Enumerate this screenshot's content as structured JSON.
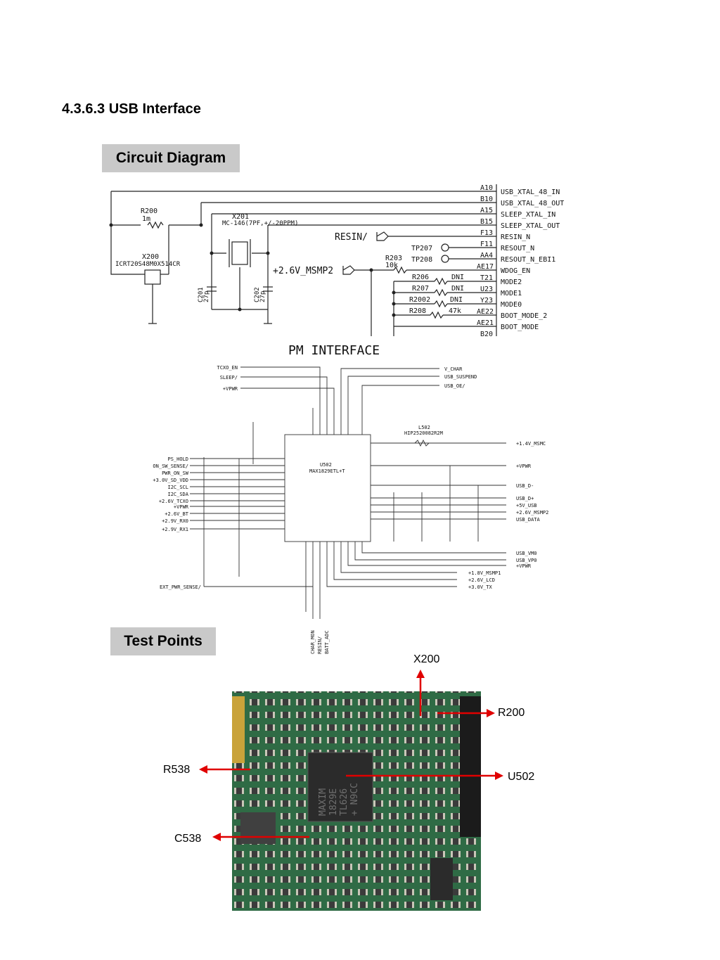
{
  "section_title": "4.3.6.3 USB Interface",
  "circuit_label": "Circuit Diagram",
  "test_points_label": "Test Points",
  "schematic_top": {
    "pins": [
      "A10",
      "B10",
      "A15",
      "B15",
      "F13",
      "F11",
      "AA4",
      "AE17",
      "T21",
      "U23",
      "Y23",
      "AE22",
      "AE21",
      "B20"
    ],
    "nets": [
      "USB_XTAL_48_IN",
      "USB_XTAL_48_OUT",
      "SLEEP_XTAL_IN",
      "SLEEP_XTAL_OUT",
      "RESIN_N",
      "RESOUT_N",
      "RESOUT_N_EBI1",
      "WDOG_EN",
      "MODE2",
      "MODE1",
      "MODE0",
      "BOOT_MODE_2",
      "BOOT_MODE"
    ],
    "r200": "R200",
    "r200_val": "1m",
    "x201": "X201",
    "x201_desc": "MC-146(7PF,+/-20PPM)",
    "x200": "X200",
    "x200_desc": "ICRT20S48M0X514CR",
    "resin": "RESIN/",
    "v_msmp2": "+2.6V_MSMP2",
    "r203": "R203",
    "r203_val": "10k",
    "tp207": "TP207",
    "tp208": "TP208",
    "r206": "R206",
    "r207": "R207",
    "r2002": "R2002",
    "r208": "R208",
    "dni": "DNI",
    "r208_val": "47k",
    "c201": "C201",
    "c202": "C202",
    "cap_val": "27p"
  },
  "schematic_pm": {
    "title": "PM INTERFACE",
    "chip": "U502",
    "chip_part": "MAX1829ETL+T",
    "left_signals": [
      "PS_HOLD",
      "ON_SW_SENSE/",
      "PWR_ON_SW",
      "+3.0V_SD_VDD",
      "I2C_SCL",
      "I2C_SDA",
      "+2.6V_TCXO",
      "+VPWR",
      "+2.6V_BT",
      "+2.9V_RX0",
      "+2.9V_RX1"
    ],
    "top_left_signals": [
      "TCXO_EN",
      "SLEEP/",
      "+VPWR"
    ],
    "top_right_signals": [
      "V_CHAR",
      "USB_SUSPEND",
      "USB_OE/"
    ],
    "right_signals": [
      "+1.4V_MSMC",
      "+VPWR",
      "USB_D-",
      "USB_D+",
      "+5V_USB",
      "+2.6V_MSMP2",
      "USB_DATA"
    ],
    "bottom_right_signals": [
      "USB_VM0",
      "USB_VP0",
      "+VPWR",
      "+1.8V_MSMP1",
      "+2.6V_LCD",
      "+3.0V_TX"
    ],
    "bottom_signals": [
      "CHAR_MON",
      "RESIN/",
      "BATT_ADC"
    ],
    "ext_signal": "EXT_PWR_SENSE/",
    "inductor": "L502",
    "inductor_part": "HIP2520082R2M"
  },
  "photo_callouts": {
    "x200": "X200",
    "r200": "R200",
    "r538": "R538",
    "u502": "U502",
    "c538": "C538"
  },
  "chip_marking": [
    "MAXIM",
    "1829E",
    "TL626",
    "+ N9CC"
  ],
  "colors": {
    "arrow": "#e00000",
    "pcb": "#2f6b45",
    "label_bg": "#c9c9c9"
  }
}
